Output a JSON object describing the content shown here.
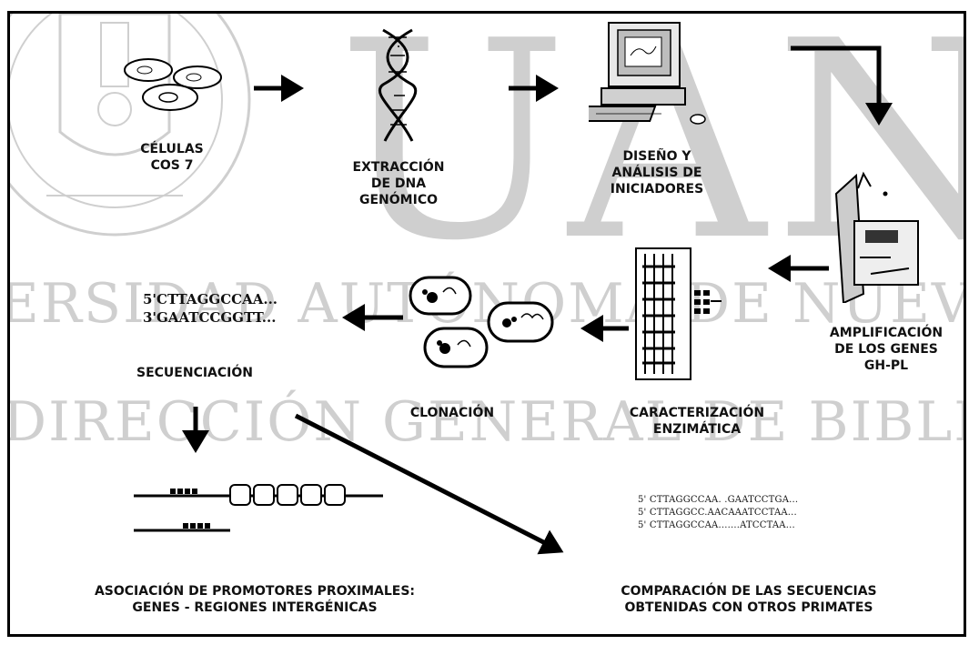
{
  "watermark": {
    "main": "UANL",
    "line1": "ERSIDAD AUTÓNOMA DE NUEVO LEÓN",
    "line2": "DIRECCIÓN GENERAL DE BIBLIOTECAS"
  },
  "steps": {
    "cells": "CÉLULAS\nCOS 7",
    "dna": "EXTRACCIÓN\nDE DNA\nGENÓMICO",
    "design": "DISEÑO Y\nANÁLISIS DE\nINICIADORES",
    "amplification": "AMPLIFICACIÓN\nDE LOS GENES\nGH-PL",
    "enzymatic": "CARACTERIZACIÓN\nENZIMÁTICA",
    "cloning": "CLONACIÓN",
    "sequencing": "SECUENCIACIÓN",
    "association": "ASOCIACIÓN DE PROMOTORES PROXIMALES:\nGENES - REGIONES INTERGÉNICAS",
    "comparison": "COMPARACIÓN DE LAS SECUENCIAS\nOBTENIDAS CON OTROS PRIMATES"
  },
  "sequence": "5'CTTAGGCCAA...\n3'GAATCCGGTT...",
  "alignment": "5'  CTTAGGCCAA. .GAATCCTGA...\n5'  CTTAGGCC.AACAAATCCTAA...\n5'  CTTAGGCCAA.......ATCCTAA..."
}
